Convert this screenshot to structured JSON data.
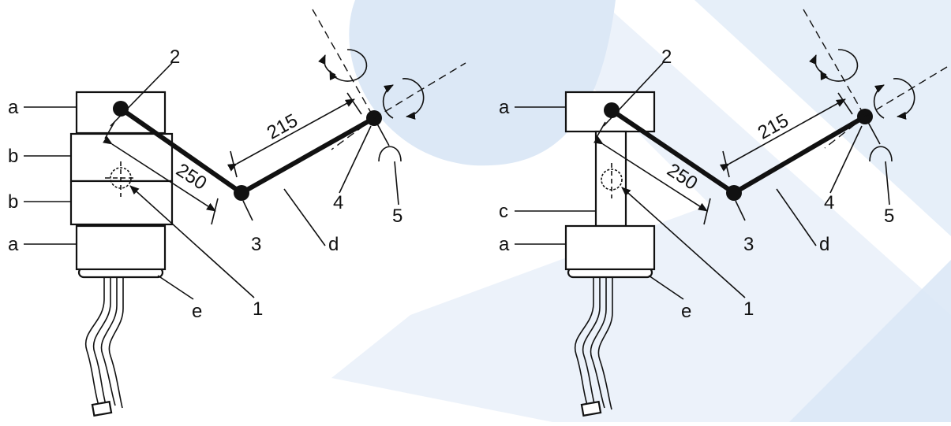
{
  "watermark_color": "#dce8f6",
  "left_figure": {
    "labels": {
      "a_top": "a",
      "b_upper": "b",
      "b_lower": "b",
      "a_bottom": "a",
      "e": "e",
      "d": "d",
      "n1": "1",
      "n2": "2",
      "n3": "3",
      "n4": "4",
      "n5": "5"
    },
    "dimensions": {
      "upper_arm": "250",
      "forearm": "215"
    }
  },
  "right_figure": {
    "labels": {
      "a_top": "a",
      "c": "c",
      "a_bottom": "a",
      "e": "e",
      "d": "d",
      "n1": "1",
      "n2": "2",
      "n3": "3",
      "n4": "4",
      "n5": "5"
    },
    "dimensions": {
      "upper_arm": "250",
      "forearm": "215"
    }
  }
}
